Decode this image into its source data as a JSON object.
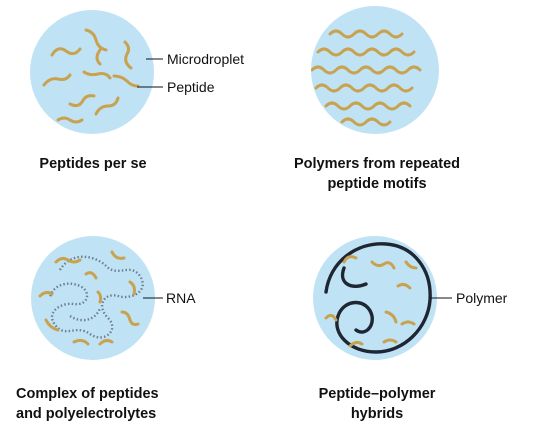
{
  "colors": {
    "droplet_fill": "#bfe3f5",
    "peptide_stroke": "#c9a24f",
    "rna_stroke": "#6f7f93",
    "polymer_stroke": "#1f2633",
    "text": "#111111"
  },
  "panels": [
    {
      "caption_lines": [
        "Peptides per se"
      ],
      "labels": {
        "microdroplet": "Microdroplet",
        "peptide": "Peptide"
      }
    },
    {
      "caption_lines": [
        "Polymers from repeated",
        "peptide motifs"
      ]
    },
    {
      "caption_lines": [
        "Complex of peptides",
        "and polyelectrolytes"
      ],
      "labels": {
        "rna": "RNA"
      }
    },
    {
      "caption_lines": [
        "Peptide–polymer",
        "hybrids"
      ],
      "labels": {
        "polymer": "Polymer"
      }
    }
  ]
}
